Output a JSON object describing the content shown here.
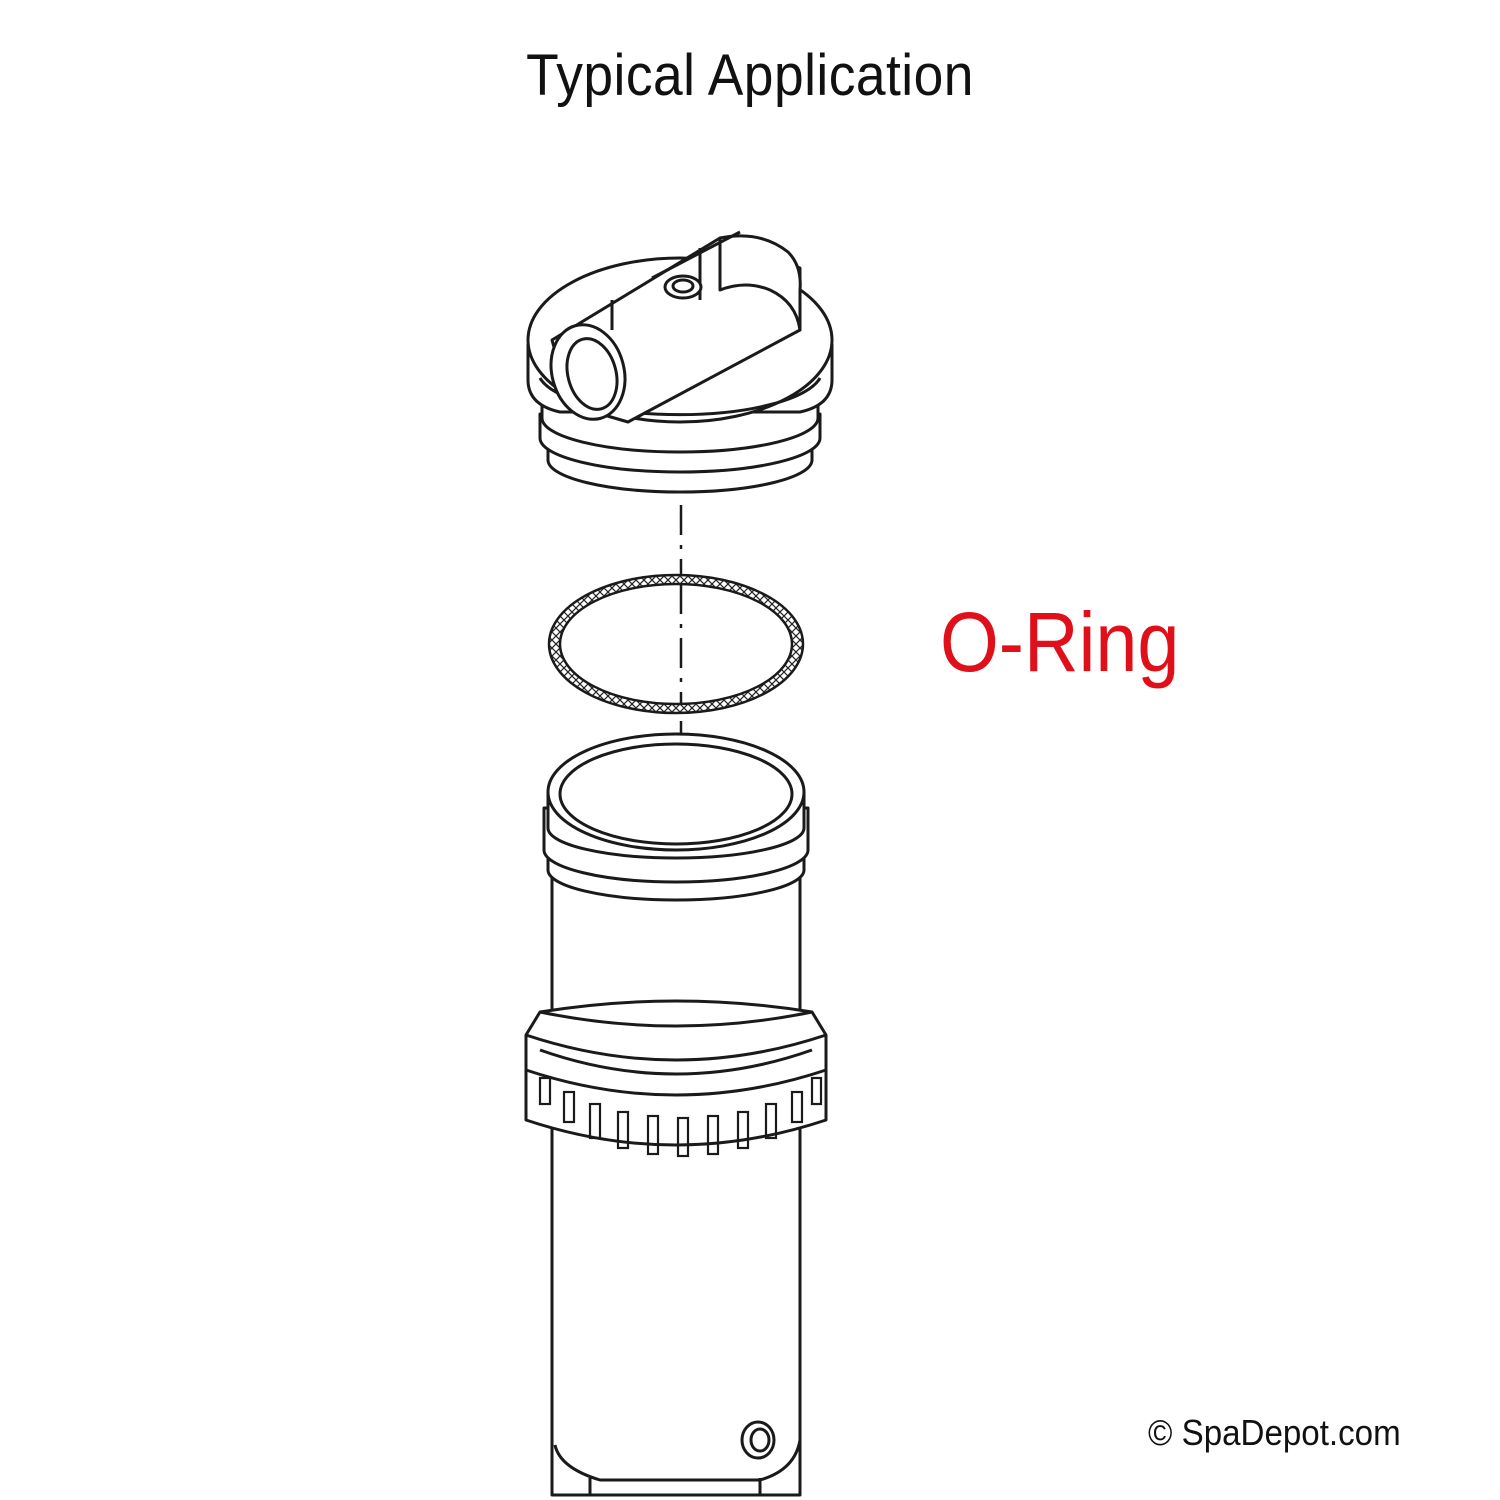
{
  "header": {
    "title": "Typical Application"
  },
  "callout": {
    "label": "O-Ring",
    "color": "#e0101a"
  },
  "footer": {
    "copyright": "© SpaDepot.com"
  },
  "parts": [
    {
      "icon": "filter-lid-icon"
    },
    {
      "icon": "o-ring-icon"
    },
    {
      "icon": "filter-housing-icon"
    },
    {
      "icon": "lock-ring-icon"
    }
  ]
}
